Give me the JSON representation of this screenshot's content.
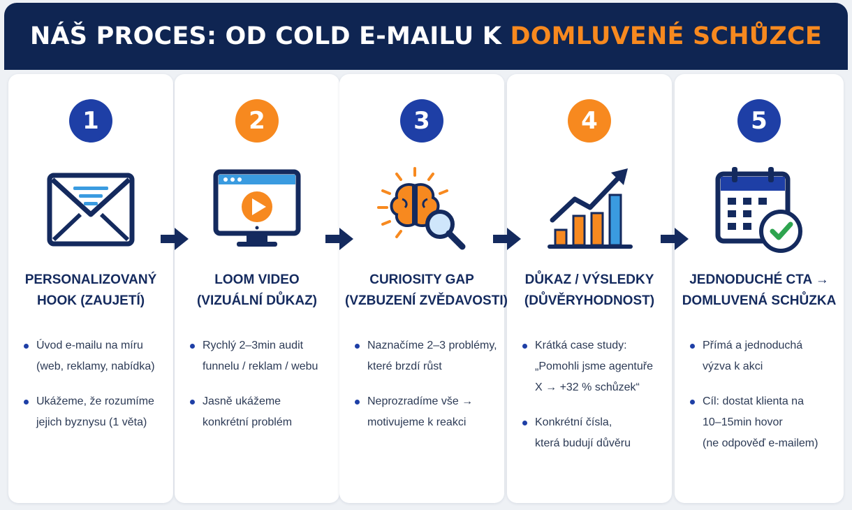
{
  "header": {
    "title_main": "NÁŠ PROCES: OD COLD E-MAILU K",
    "title_accent": "DOMLUVENÉ SCHŮZCE"
  },
  "colors": {
    "navy": "#0f2552",
    "blue": "#1e3fa6",
    "orange": "#f7891f"
  },
  "steps": [
    {
      "number": "1",
      "badge_color": "blue",
      "icon": "envelope-icon",
      "title": [
        "PERSONALIZOVANÝ",
        "HOOK (ZAUJETÍ)"
      ],
      "bullets": [
        [
          "Úvod e-mailu na míru",
          "(web, reklamy, nabídka)"
        ],
        [
          "Ukážeme, že rozumíme",
          "jejich byznysu (1 věta)"
        ]
      ]
    },
    {
      "number": "2",
      "badge_color": "orange",
      "icon": "video-monitor-icon",
      "title": [
        "LOOM VIDEO",
        "(VIZUÁLNÍ DŮKAZ)"
      ],
      "bullets": [
        [
          "Rychlý 2–3min audit",
          "funnelu / reklam / webu"
        ],
        [
          "Jasně ukážeme",
          "konkrétní problém"
        ]
      ]
    },
    {
      "number": "3",
      "badge_color": "blue",
      "icon": "brain-magnifier-icon",
      "title": [
        "CURIOSITY GAP",
        "(VZBUZENÍ ZVĚDAVOSTI)"
      ],
      "bullets": [
        [
          "Naznačíme 2–3 problémy,",
          "které brzdí růst"
        ],
        [
          "Neprozradíme vše →",
          "motivujeme k reakci"
        ]
      ]
    },
    {
      "number": "4",
      "badge_color": "orange",
      "icon": "growth-chart-icon",
      "title": [
        "DŮKAZ / VÝSLEDKY",
        "(DŮVĚRYHODNOST)"
      ],
      "bullets": [
        [
          "Krátká case study:",
          "„Pomohli jsme agentuře",
          "X → +32 % schůzek“"
        ],
        [
          "Konkrétní čísla,",
          "která budují důvěru"
        ]
      ]
    },
    {
      "number": "5",
      "badge_color": "blue",
      "icon": "calendar-check-icon",
      "title": [
        "JEDNODUCHÉ CTA →",
        "DOMLUVENÁ SCHŮZKA"
      ],
      "bullets": [
        [
          "Přímá a jednoduchá",
          "výzva k akci"
        ],
        [
          "Cíl: dostat klienta na",
          "10–15min hovor",
          "(ne odpověď e-mailem)"
        ]
      ]
    }
  ]
}
